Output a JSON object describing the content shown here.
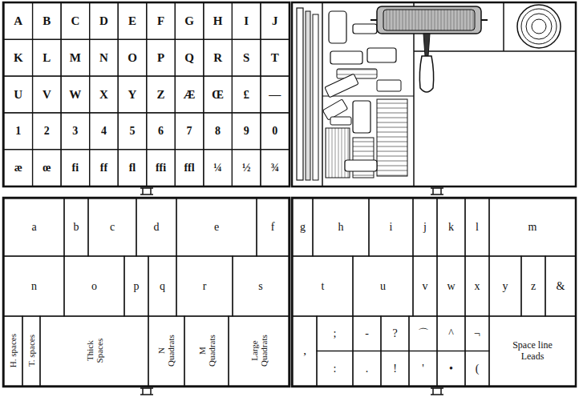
{
  "diagram": {
    "labels": [
      "A",
      "B",
      "C",
      "D",
      "E",
      "F",
      "G",
      "H",
      "I",
      "J",
      "K",
      "L",
      "M",
      "N",
      "O",
      "P",
      "Q",
      "R",
      "S",
      "T",
      "U",
      "V",
      "W",
      "X",
      "Y",
      "Z",
      "Æ",
      "Œ",
      "£",
      "—",
      "1",
      "2",
      "3",
      "4",
      "5",
      "6",
      "7",
      "8",
      "9",
      "0",
      "æ",
      "œ",
      "fi",
      "ff",
      "fl",
      "ffi",
      "ffl",
      "¼",
      "½",
      "¾",
      "a",
      "b",
      "c",
      "d",
      "e",
      "f",
      "n",
      "o",
      "p",
      "q",
      "r",
      "s",
      "H. spaces",
      "T. spaces",
      "Thick Spaces",
      "N Quadrats",
      "M Quadrats",
      "Large Quadrats",
      "g",
      "h",
      "i",
      "j",
      "k",
      "l",
      "m",
      "t",
      "u",
      "v",
      "w",
      "x",
      "y",
      "z",
      "&",
      ",",
      ";",
      "-",
      "?",
      "⌒",
      "^",
      "¬",
      "Space line Leads",
      ":",
      ".",
      "!",
      "'",
      "•",
      "("
    ]
  }
}
